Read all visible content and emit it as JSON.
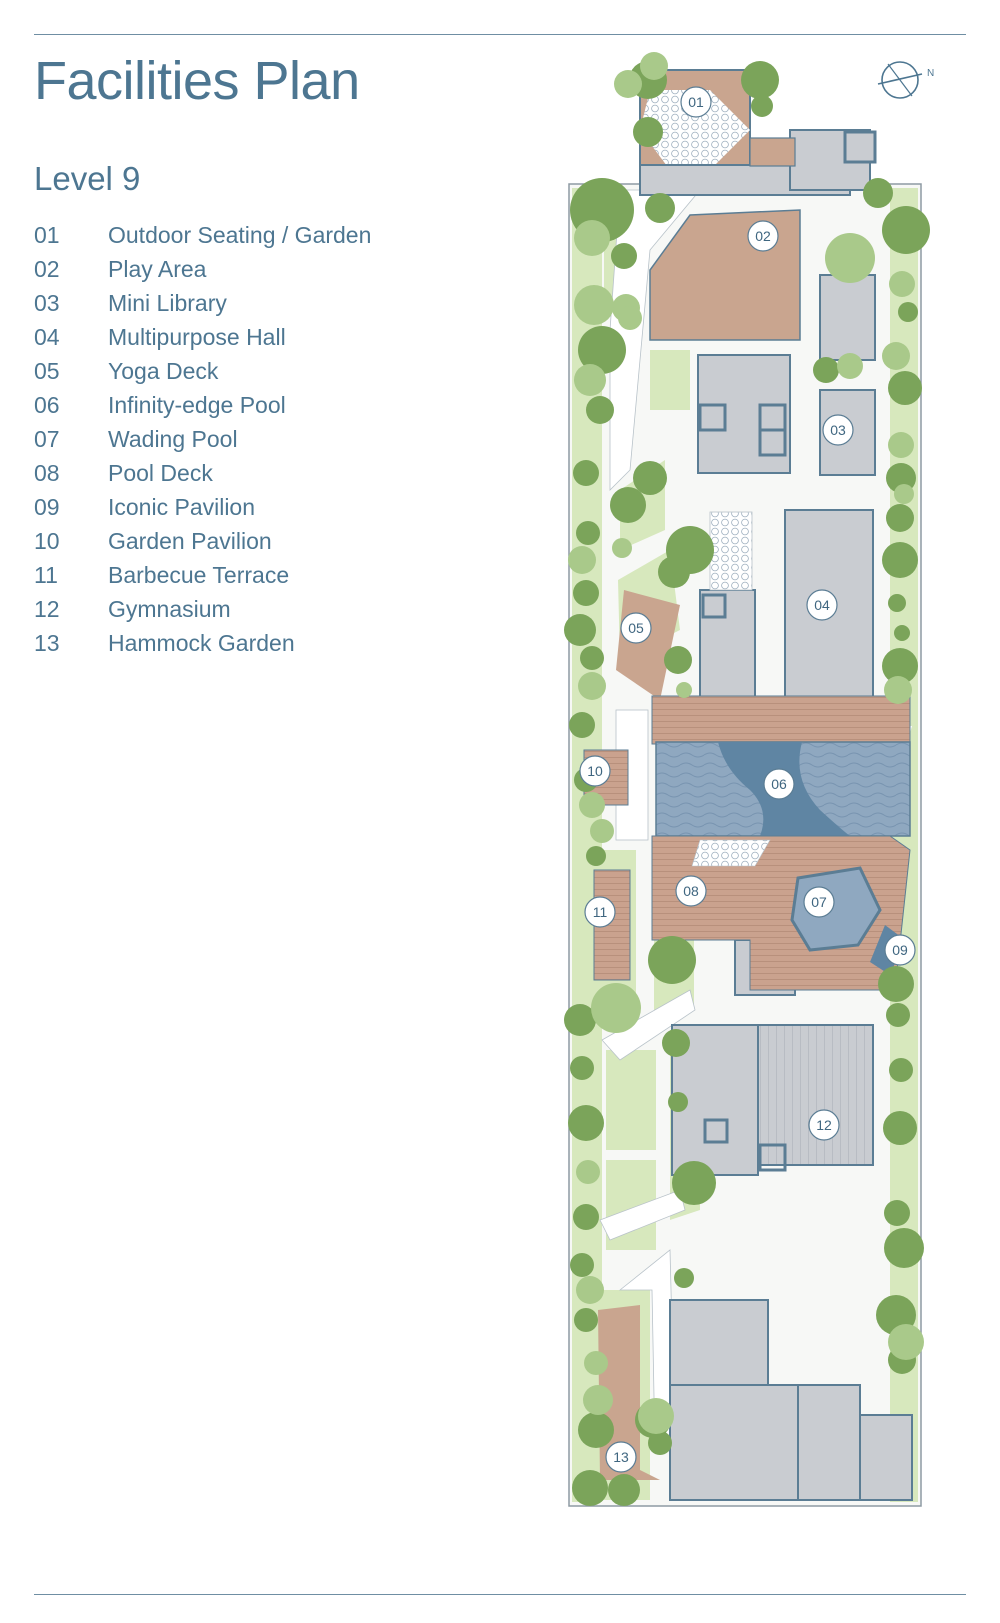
{
  "title": "Facilities Plan",
  "level": "Level 9",
  "legend": [
    {
      "num": "01",
      "label": "Outdoor Seating / Garden"
    },
    {
      "num": "02",
      "label": "Play Area"
    },
    {
      "num": "03",
      "label": "Mini Library"
    },
    {
      "num": "04",
      "label": "Multipurpose Hall"
    },
    {
      "num": "05",
      "label": "Yoga Deck"
    },
    {
      "num": "06",
      "label": "Infinity-edge Pool"
    },
    {
      "num": "07",
      "label": "Wading Pool"
    },
    {
      "num": "08",
      "label": "Pool Deck"
    },
    {
      "num": "09",
      "label": "Iconic Pavilion"
    },
    {
      "num": "10",
      "label": "Garden Pavilion"
    },
    {
      "num": "11",
      "label": "Barbecue Terrace"
    },
    {
      "num": "12",
      "label": "Gymnasium"
    },
    {
      "num": "13",
      "label": "Hammock Garden"
    }
  ],
  "compass": {
    "label": "N",
    "icon": "north-arrow-icon"
  },
  "colors": {
    "text": "#4d7691",
    "building": "#c9ccd1",
    "wall": "#5b7d94",
    "lawn": "#d7e8bd",
    "tree_dark": "#7ba45a",
    "tree_light": "#a9c98a",
    "terracotta": "#c9a58f",
    "deck": "#caa28e",
    "water": "#8fa8c0",
    "water_deep": "#5f85a3"
  }
}
